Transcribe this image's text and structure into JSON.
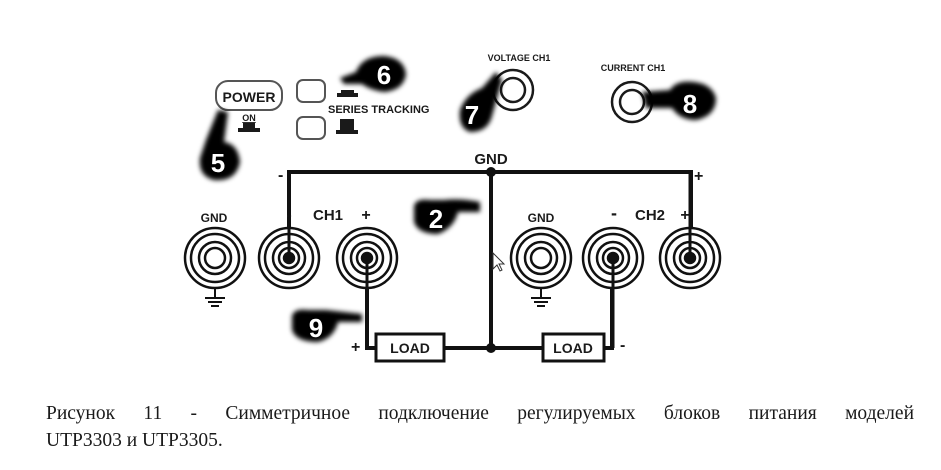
{
  "front_panel": {
    "power_button": {
      "label": "POWER",
      "state_label": "ON"
    },
    "series_tracking_label": "SERIES TRACKING",
    "voltage_knob_label": "VOLTAGE CH1",
    "current_knob_label": "CURRENT CH1"
  },
  "terminals": {
    "ch1": {
      "label": "CH1",
      "minus": "-",
      "plus": "+",
      "gnd_label": "GND"
    },
    "ch2": {
      "label": "CH2",
      "minus": "-",
      "plus": "+",
      "gnd_label": "GND"
    }
  },
  "wiring": {
    "common_gnd_label": "GND",
    "top_left_sign": "-",
    "top_right_sign": "+",
    "load1": {
      "label": "LOAD",
      "sign": "+"
    },
    "load2": {
      "label": "LOAD",
      "sign": "-"
    }
  },
  "callouts": [
    "5",
    "6",
    "7",
    "8",
    "2",
    "9"
  ],
  "caption": {
    "line1": "Рисунок 11 - Симметричное подключение регулируемых блоков питания моделей",
    "line2": "UTP3303 и UTP3305."
  }
}
